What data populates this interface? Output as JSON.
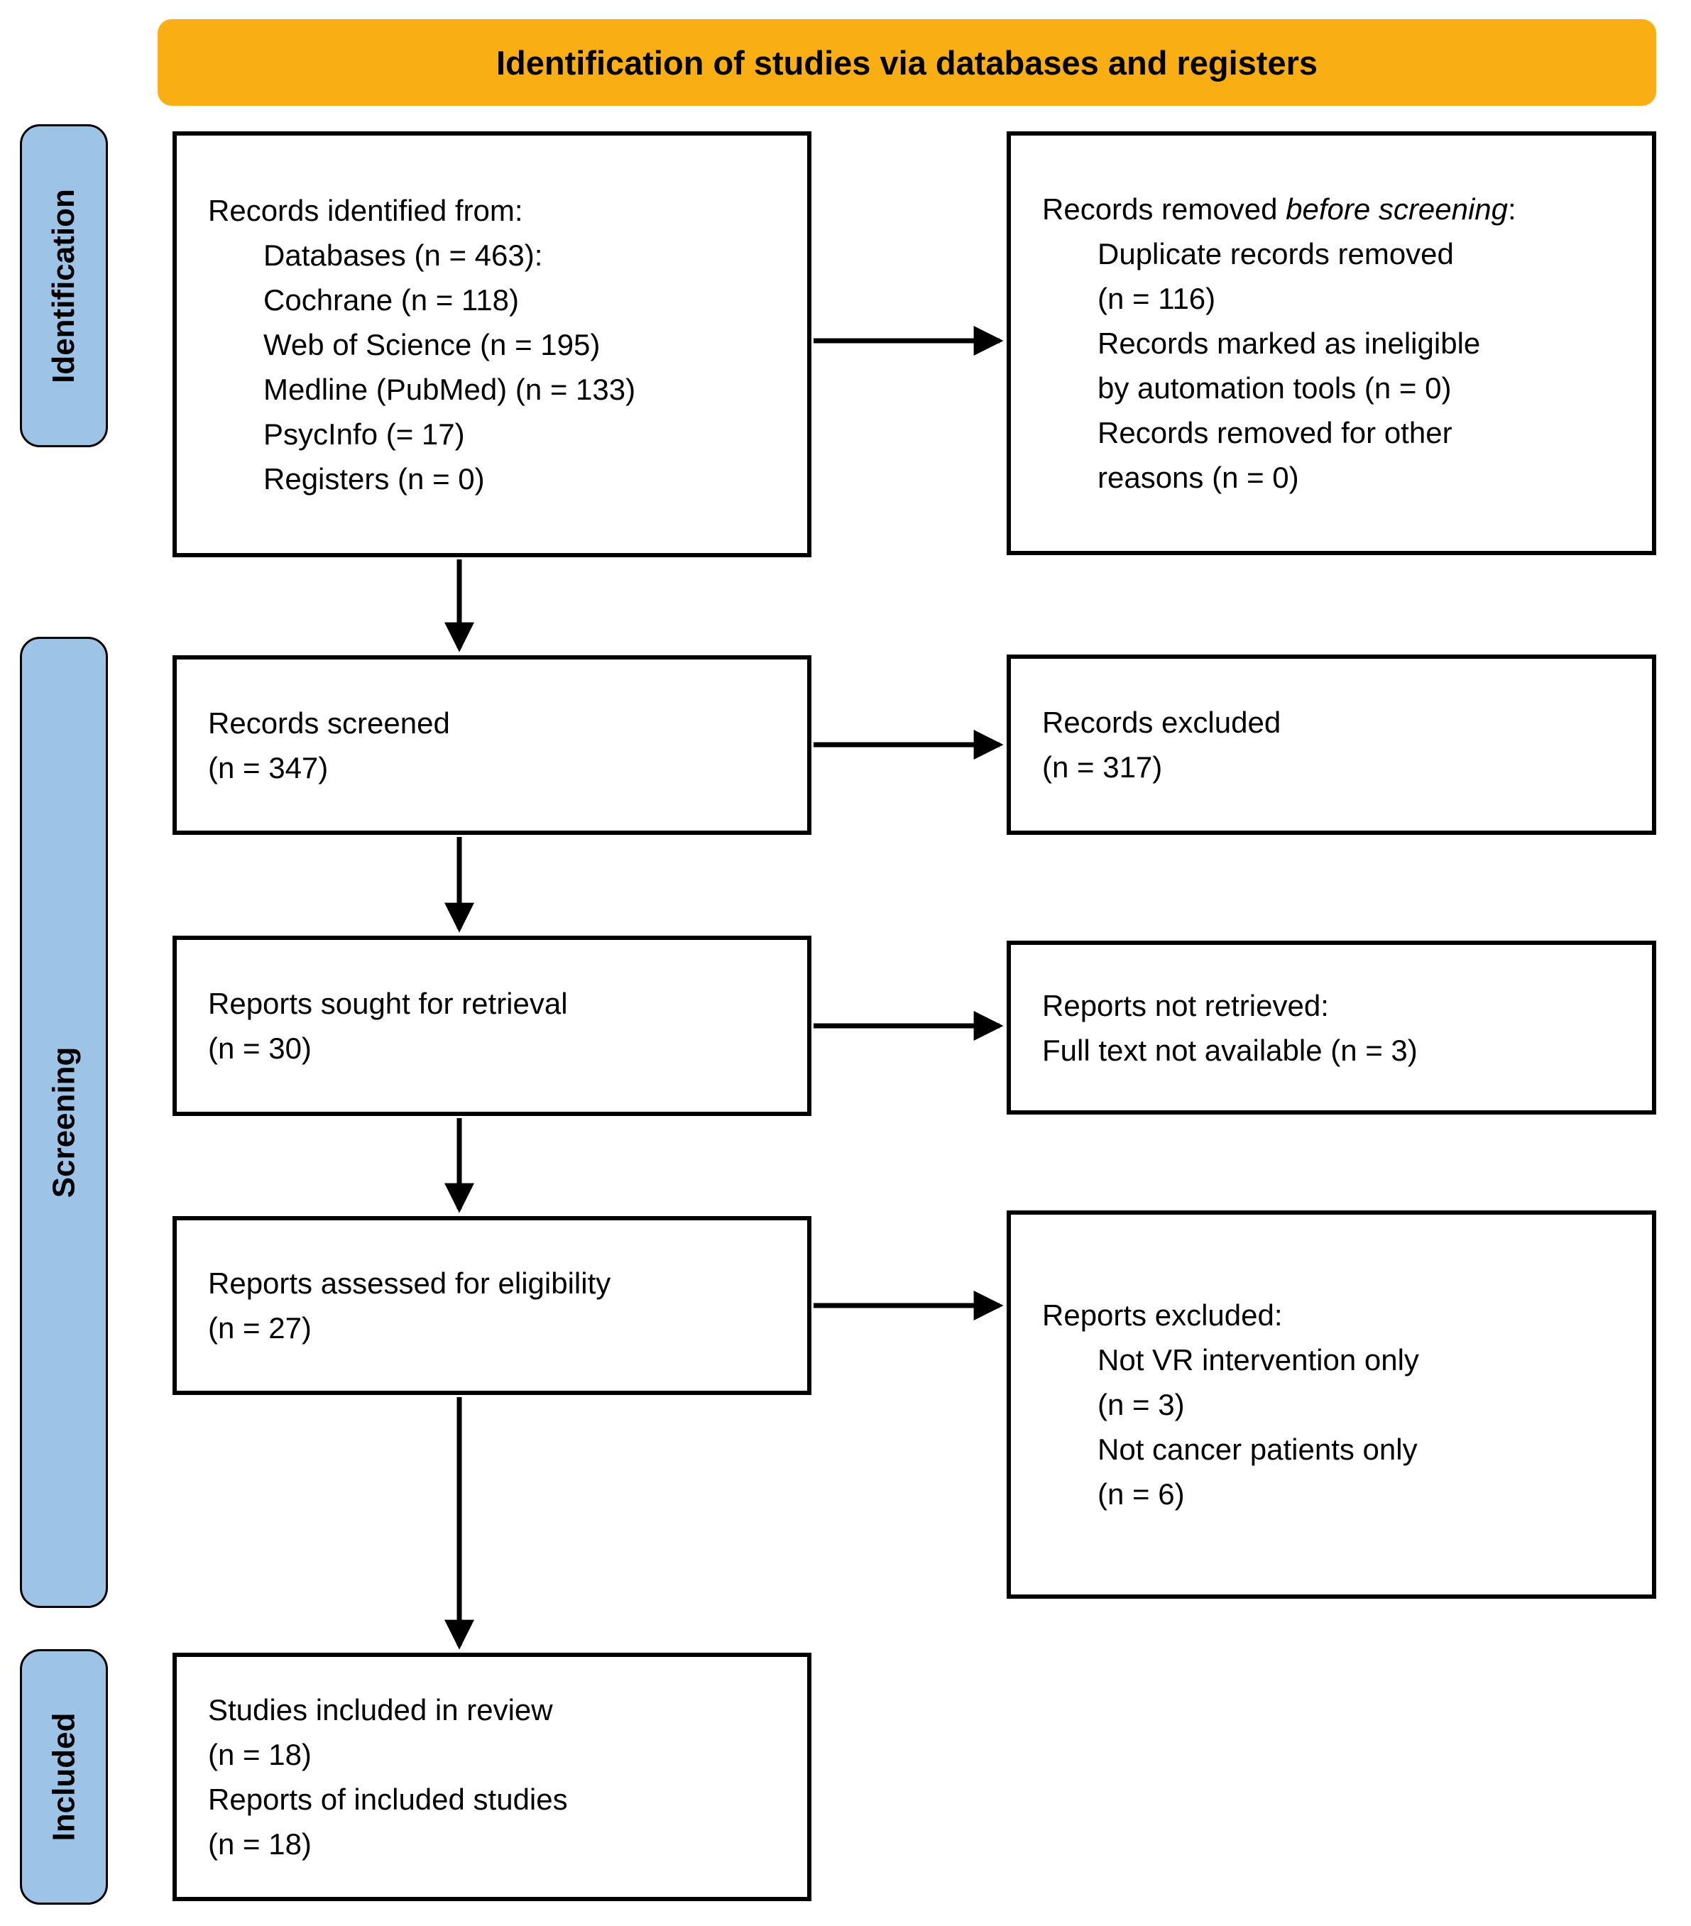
{
  "banner": {
    "title": "Identification of studies via databases and registers"
  },
  "stages": [
    {
      "label": "Identification"
    },
    {
      "label": "Screening"
    },
    {
      "label": "Included"
    }
  ],
  "boxes": {
    "identified": {
      "intro": "Records identified from:",
      "items": [
        "Databases (n = 463):",
        "Cochrane (n = 118)",
        "Web of Science (n = 195)",
        "Medline (PubMed) (n = 133)",
        "PsycInfo (= 17)",
        "Registers (n = 0)"
      ]
    },
    "removed": {
      "intro_regular": "Records removed ",
      "intro_italic": "before screening",
      "intro_suffix": ":",
      "items": [
        "Duplicate records removed\n(n = 116)",
        "Records marked as ineligible\nby automation tools (n = 0)",
        "Records removed for other\nreasons (n = 0)"
      ]
    },
    "screened": {
      "text": "Records screened\n(n = 347)"
    },
    "excluded": {
      "text": "Records excluded\n(n = 317)"
    },
    "sought": {
      "text": "Reports sought for retrieval\n(n = 30)"
    },
    "not_retrieved": {
      "text": "Reports not retrieved:\nFull text not available (n = 3)"
    },
    "assessed": {
      "text": "Reports assessed for eligibility\n(n = 27)"
    },
    "reports_excluded": {
      "intro": "Reports excluded:",
      "items": [
        "Not VR intervention only\n(n = 3)",
        "Not cancer patients only\n(n = 6)"
      ]
    },
    "included_studies": {
      "text": "Studies included in review\n(n = 18)\nReports of included studies\n(n = 18)"
    }
  },
  "colors": {
    "banner_bg": "#F9AF13",
    "stage_bg": "#9DC3E6",
    "line_color": "#000000"
  }
}
